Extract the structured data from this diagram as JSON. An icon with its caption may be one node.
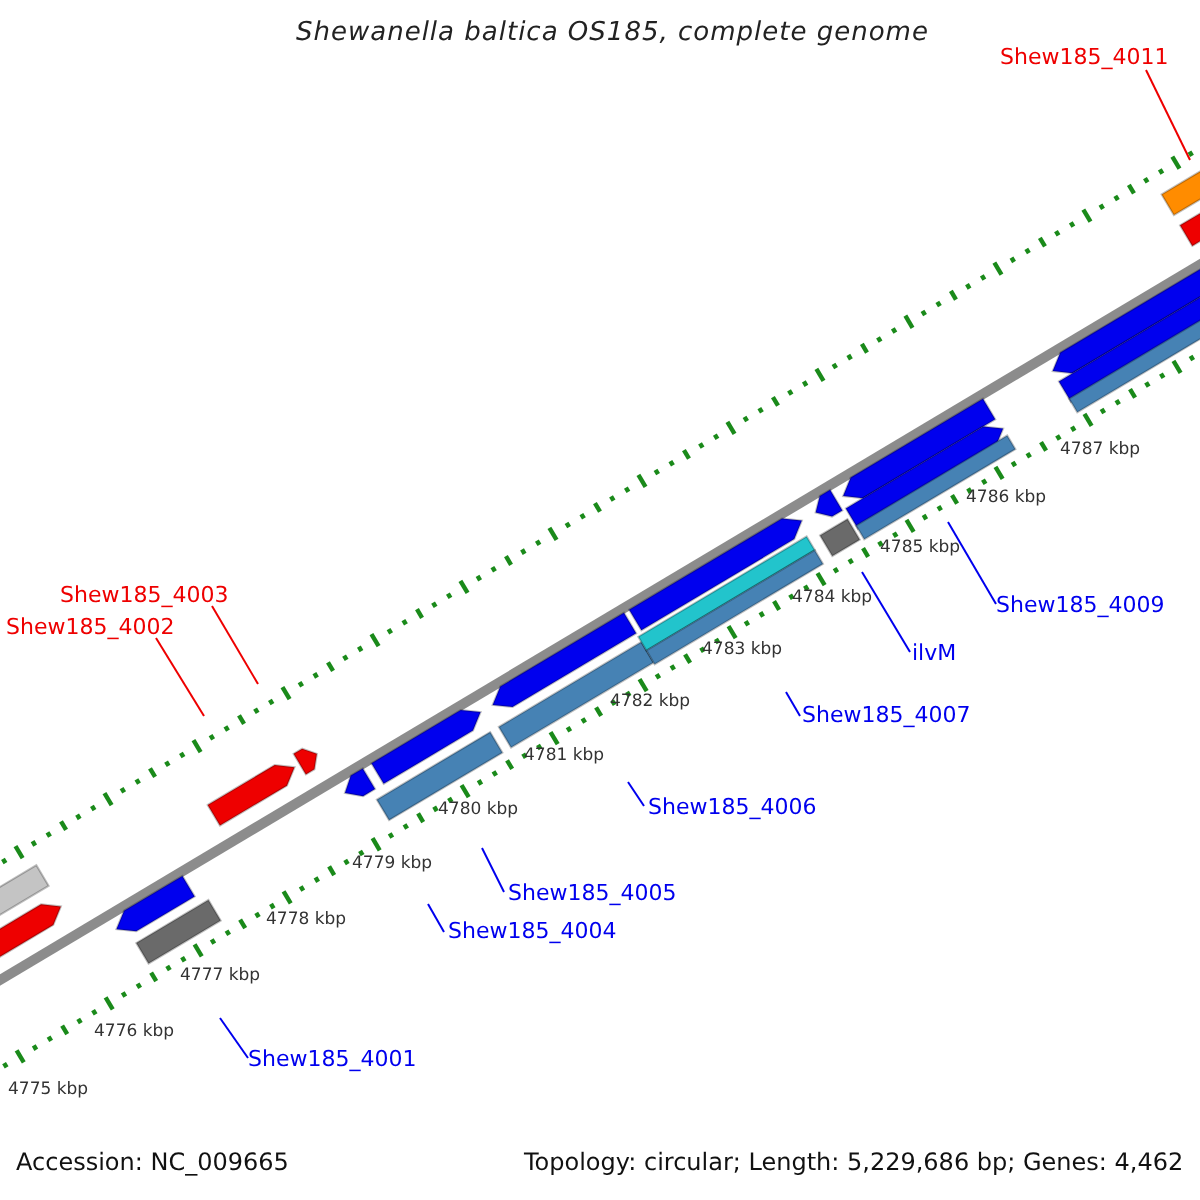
{
  "diagram": {
    "title": "Shewanella baltica OS185, complete genome",
    "nodes": [
      {
        "text": [
          "Shew185_4011"
        ]
      },
      {
        "text": [
          "Shew185_4003"
        ]
      },
      {
        "text": [
          "Shew185_4002"
        ]
      },
      {
        "text": [
          "ilvM"
        ]
      },
      {
        "text": [
          "Shew185_4009"
        ]
      },
      {
        "text": [
          "Shew185_4007"
        ]
      },
      {
        "text": [
          "Shew185_4006"
        ]
      },
      {
        "text": [
          "Shew185_4005"
        ]
      },
      {
        "text": [
          "Shew185_4004"
        ]
      },
      {
        "text": [
          "Shew185_4001"
        ]
      }
    ],
    "edges": [
      {
        "from": 0,
        "to": null,
        "arrow": "none",
        "color": "#ee0000"
      },
      {
        "from": 1,
        "to": null,
        "arrow": "none",
        "color": "#ee0000"
      },
      {
        "from": 2,
        "to": null,
        "arrow": "none",
        "color": "#ee0000"
      },
      {
        "from": 3,
        "to": null,
        "arrow": "none"
      },
      {
        "from": 4,
        "to": null,
        "arrow": "none"
      },
      {
        "from": 5,
        "to": null,
        "arrow": "none"
      },
      {
        "from": 6,
        "to": null,
        "arrow": "none"
      },
      {
        "from": 7,
        "to": null,
        "arrow": "none"
      },
      {
        "from": 8,
        "to": null,
        "arrow": "none"
      },
      {
        "from": 9,
        "to": null,
        "arrow": "none"
      }
    ],
    "labels": [
      "4775 kbp",
      "4776 kbp",
      "4777 kbp",
      "4778 kbp",
      "4779 kbp",
      "4780 kbp",
      "4781 kbp",
      "4782 kbp",
      "4783 kbp",
      "4784 kbp",
      "4785 kbp",
      "4786 kbp",
      "4787 kbp",
      "Accession: NC_009665",
      "Topology: circular; Length: 5,229,686 bp; Genes: 4,462"
    ]
  }
}
